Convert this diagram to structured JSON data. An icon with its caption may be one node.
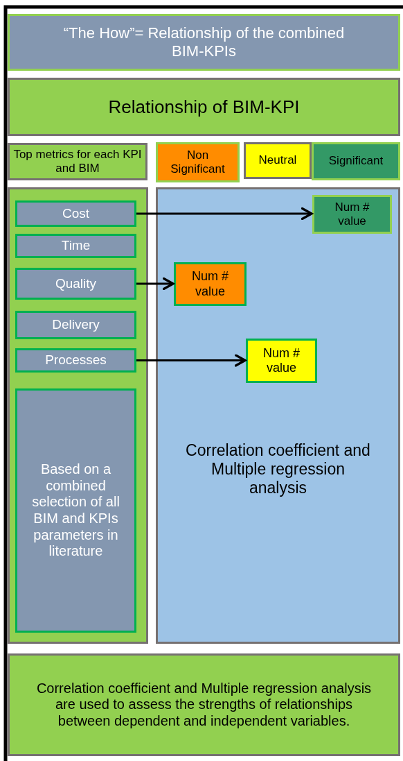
{
  "diagram": {
    "nodes": [
      {
        "text": [
          "“The How”= Relationship of the combined BIM-KPIs"
        ]
      },
      {
        "text": [
          "Relationship of BIM-KPI"
        ]
      },
      {
        "text": [
          "Top metrics for each KPI and BIM"
        ]
      },
      {
        "text": [
          "Non Significant"
        ]
      },
      {
        "text": [
          "Neutral"
        ]
      },
      {
        "text": [
          "Significant"
        ]
      },
      {
        "text": [],
        "shape": "box"
      },
      {
        "text": [
          "Cost"
        ],
        "in": 6
      },
      {
        "text": [
          "Time"
        ],
        "in": 6
      },
      {
        "text": [
          "Quality"
        ],
        "in": 6
      },
      {
        "text": [
          "Delivery"
        ],
        "in": 6
      },
      {
        "text": [
          "Processes"
        ],
        "in": 6
      },
      {
        "text": [
          "Based on a combined selection of all BIM and KPIs parameters in literature"
        ],
        "in": 6
      },
      {
        "text": [
          "Correlation coefficient and Multiple regression analysis"
        ]
      },
      {
        "text": [
          "Num # value"
        ],
        "in": 13
      },
      {
        "text": [
          "Num # value"
        ],
        "in": 13
      },
      {
        "text": [
          "Num # value"
        ],
        "in": 13
      },
      {
        "text": [
          "Correlation coefficient and Multiple regression analysis are used to assess the strengths of relationships between dependent and independent variables."
        ]
      }
    ],
    "edges": [
      {
        "from": 7,
        "to": 14,
        "arrow": "to"
      },
      {
        "from": 9,
        "to": 15,
        "arrow": "to"
      },
      {
        "from": 11,
        "to": 16,
        "arrow": "to"
      }
    ]
  }
}
